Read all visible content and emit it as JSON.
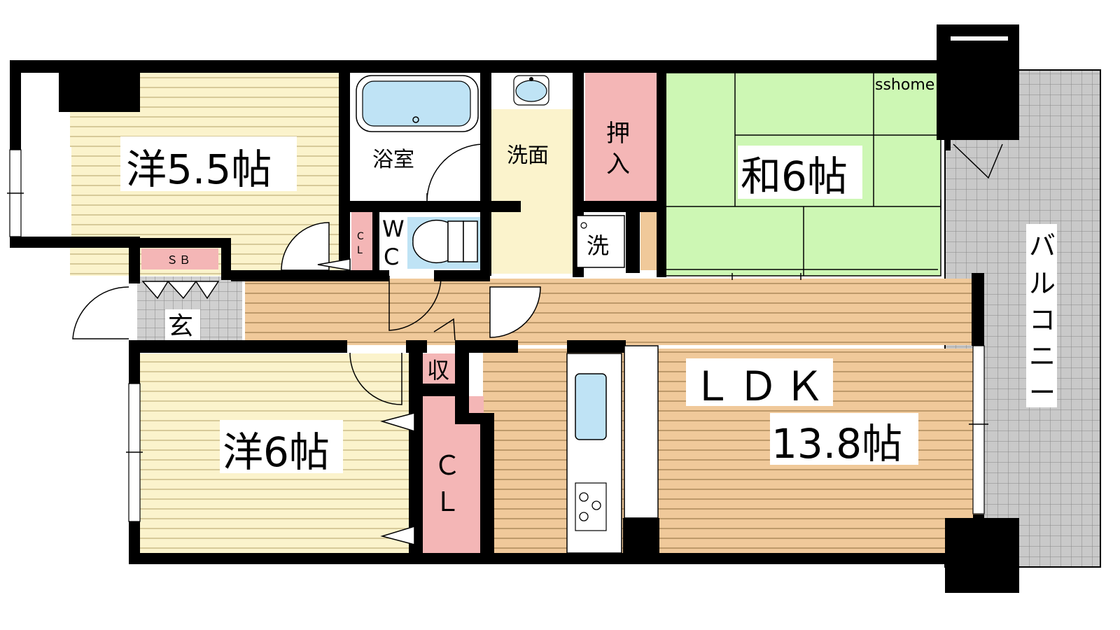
{
  "watermark": "sshome",
  "rooms": {
    "western_1": "洋5.5帖",
    "western_2": "洋6帖",
    "japanese": "和6帖",
    "ldk_name": "ＬＤＫ",
    "ldk_size": "13.8帖",
    "bathroom": "浴室",
    "washroom": "洗面",
    "entrance": "玄"
  },
  "storage": {
    "closet_large": [
      "Ｃ",
      "Ｌ"
    ],
    "closet_small": [
      "C",
      "L"
    ],
    "oshiire": [
      "押",
      "入"
    ],
    "shoe_box": "ＳＢ",
    "shuno_balcony": "収",
    "shuno_hall": "収"
  },
  "fixtures": {
    "toilet": [
      "W",
      "C"
    ],
    "washer": "洗"
  },
  "balcony": [
    "バ",
    "ル",
    "コ",
    "ニ",
    "ー"
  ],
  "colors": {
    "wall": "#000000",
    "western_floor": "#fbf3cc",
    "western_lines": "#c0b17a",
    "ldk_floor": "#f0c99a",
    "ldk_lines": "#9c7a4c",
    "tatami": "#cdf7b4",
    "storage_pink": "#f4b6b6",
    "water_blue": "#bfe3f5",
    "balcony_gray": "#c9c9c9",
    "balcony_grid": "#8a8a8a"
  }
}
